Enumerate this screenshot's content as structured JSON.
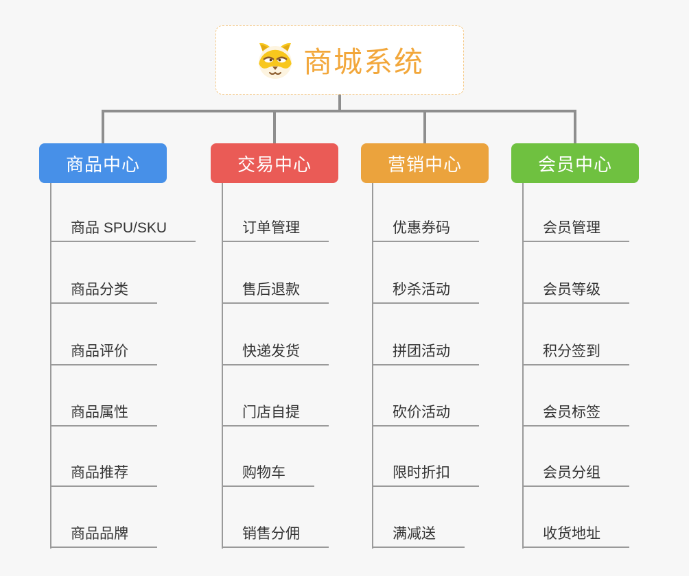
{
  "page": {
    "background": "#f7f7f7",
    "connector_color": "#8e8e8e"
  },
  "root": {
    "title": "商城系统",
    "icon": "dog-icon",
    "title_color": "#f2a73b",
    "border_color": "#f5c987"
  },
  "branches": [
    {
      "label": "商品中心",
      "color": "#4790e8",
      "children": [
        "商品 SPU/SKU",
        "商品分类",
        "商品评价",
        "商品属性",
        "商品推荐",
        "商品品牌"
      ]
    },
    {
      "label": "交易中心",
      "color": "#ea5b56",
      "children": [
        "订单管理",
        "售后退款",
        "快递发货",
        "门店自提",
        "购物车",
        "销售分佣"
      ]
    },
    {
      "label": "营销中心",
      "color": "#eba33d",
      "children": [
        "优惠券码",
        "秒杀活动",
        "拼团活动",
        "砍价活动",
        "限时折扣",
        "满减送"
      ]
    },
    {
      "label": "会员中心",
      "color": "#6fc140",
      "children": [
        "会员管理",
        "会员等级",
        "积分签到",
        "会员标签",
        "会员分组",
        "收货地址"
      ]
    }
  ]
}
